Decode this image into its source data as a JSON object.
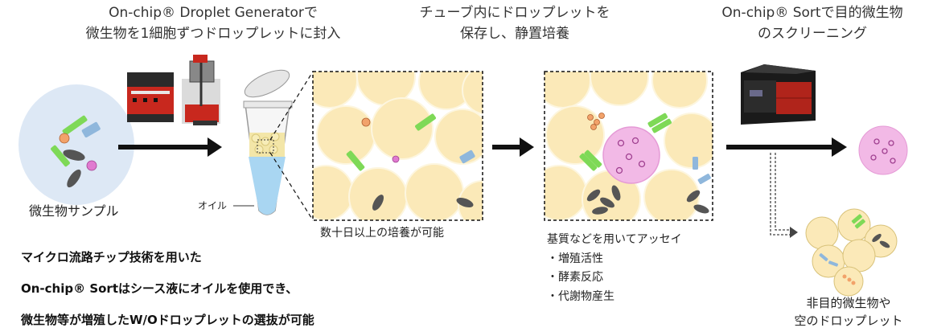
{
  "step1": {
    "title_line1": "On-chip® Droplet Generatorで",
    "title_line2": "微生物を1細胞ずつドロップレットに封入"
  },
  "step2": {
    "title_line1": "チューブ内にドロップレットを",
    "title_line2": "保存し、静置培養"
  },
  "step3": {
    "title_line1": "On-chip® Sortで目的微生物",
    "title_line2": "のスクリーニング"
  },
  "sample_label": "微生物サンプル",
  "oil_label": "オイル",
  "culture_caption": "数十日以上の培養が可能",
  "assay": {
    "title": "基質などを用いてアッセイ",
    "items": [
      "・増殖活性",
      "・酵素反応",
      "・代謝物産生"
    ]
  },
  "non_target": {
    "line1": "非目的微生物や",
    "line2": "空のドロップレット"
  },
  "summary": {
    "line1": "マイクロ流路チップ技術を用いた",
    "line2": "On-chip® Sortはシース液にオイルを使用でき、",
    "line3": "微生物等が増殖したW/Oドロップレットの選抜が可能"
  },
  "colors": {
    "droplet_fill": "#fbe9b8",
    "sample_bg": "#dde8f5",
    "arrow": "#111111",
    "target_droplet": "#f2b9e6",
    "device_red": "#c8281e",
    "green_cell": "#7ed957",
    "blue_cell": "#8fb7dc",
    "gray_cell": "#555555",
    "orange_cell": "#f2a26a"
  }
}
